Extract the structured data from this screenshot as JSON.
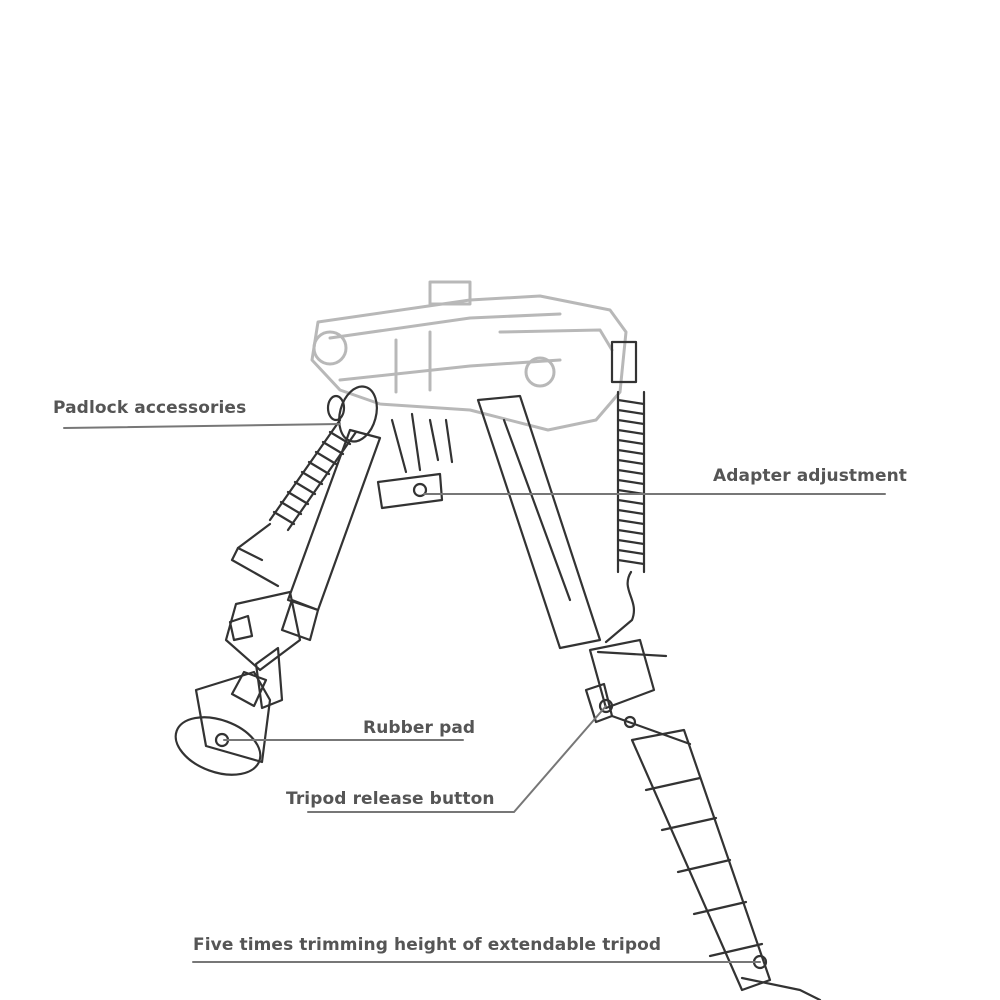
{
  "callouts": {
    "padlock_accessories": "Padlock accessories",
    "adapter_adjustment": "Adapter adjustment",
    "rubber_pad": "Rubber pad",
    "tripod_release_button": "Tripod release button",
    "trimming_height": "Five times trimming height of extendable tripod"
  },
  "colors": {
    "label_text": "#555555",
    "leader_line": "#777777",
    "drawing_stroke": "#333333",
    "background": "#ffffff"
  }
}
